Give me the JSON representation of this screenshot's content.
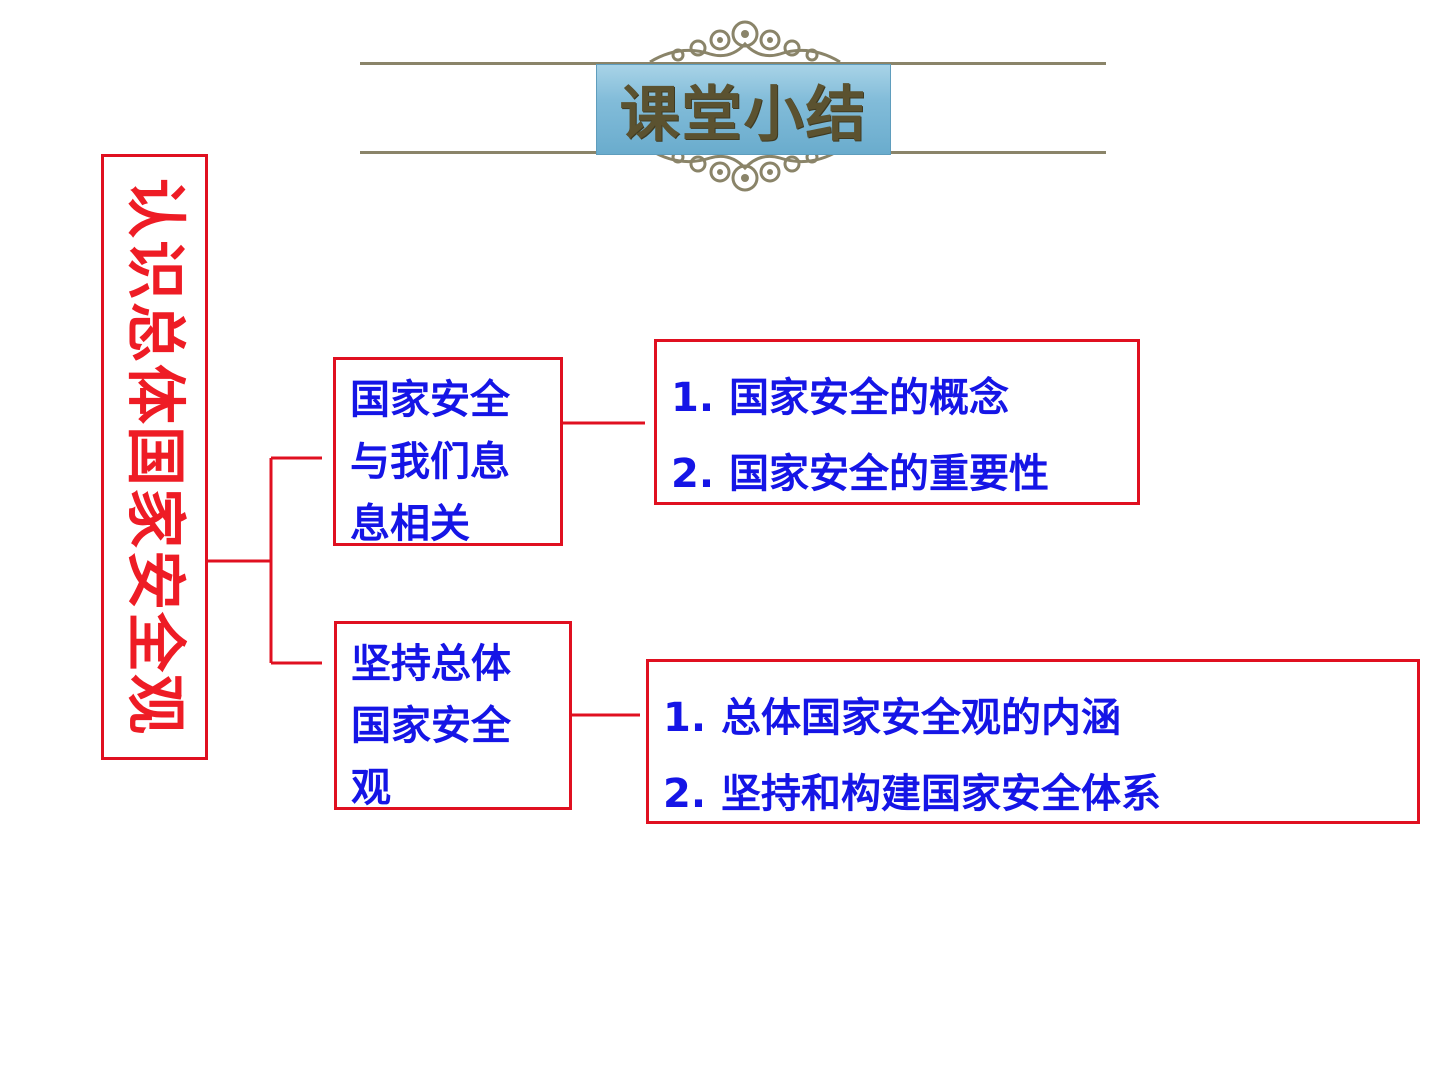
{
  "header": {
    "title": "课堂小结"
  },
  "diagram": {
    "root": {
      "label": "认识总体国家安全观"
    },
    "branches": [
      {
        "label": "国家安全\n与我们息\n息相关",
        "items": [
          {
            "number": "1.",
            "text": "国家安全的概念"
          },
          {
            "number": "2.",
            "text": "国家安全的重要性"
          }
        ]
      },
      {
        "label": "坚持总体\n国家安全\n观",
        "items": [
          {
            "number": "1.",
            "text": "总体国家安全观的内涵"
          },
          {
            "number": "2.",
            "text": "坚持和构建国家安全体系"
          }
        ]
      }
    ]
  },
  "colors": {
    "border": "#e01020",
    "root_text": "#ee1c25",
    "node_text": "#1515e6",
    "title_text": "#5b5230",
    "title_plate": "#82bcd9",
    "header_rule": "#8a8469"
  }
}
